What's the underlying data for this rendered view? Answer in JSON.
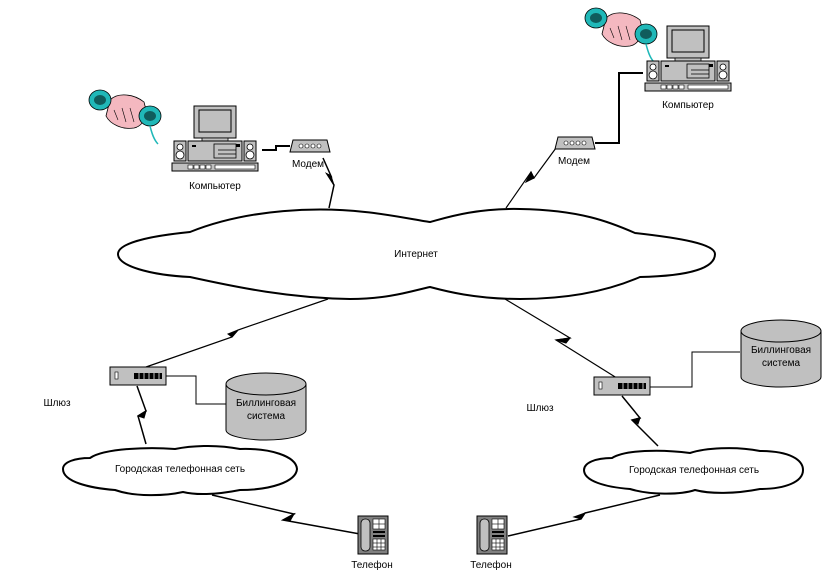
{
  "diagram": {
    "type": "network-topology",
    "colors": {
      "background": "#ffffff",
      "line": "#000000",
      "device_gray": "#c0c0c0",
      "device_dark": "#808080",
      "hand": "#f4b8c0",
      "headset": "#20b8b8"
    },
    "nodes": {
      "internet": {
        "label": "Интернет"
      },
      "computer_left": {
        "label": "Компьютер"
      },
      "modem_left": {
        "label": "Модем"
      },
      "computer_right": {
        "label": "Компьютер"
      },
      "modem_right": {
        "label": "Модем"
      },
      "gateway_left": {
        "label": "Шлюз"
      },
      "billing_left": {
        "label_line1": "Биллинговая",
        "label_line2": "система"
      },
      "pstn_left": {
        "label": "Городская телефонная сеть"
      },
      "gateway_right": {
        "label": "Шлюз"
      },
      "billing_right": {
        "label_line1": "Биллинговая",
        "label_line2": "система"
      },
      "pstn_right": {
        "label": "Городская телефонная сеть"
      },
      "phone_left": {
        "label": "Телефон"
      },
      "phone_right": {
        "label": "Телефон"
      }
    },
    "links": [
      {
        "from": "computer_left",
        "to": "modem_left",
        "kind": "wired"
      },
      {
        "from": "modem_left",
        "to": "internet",
        "kind": "wireless"
      },
      {
        "from": "computer_right",
        "to": "modem_right",
        "kind": "wired"
      },
      {
        "from": "modem_right",
        "to": "internet",
        "kind": "wireless"
      },
      {
        "from": "internet",
        "to": "gateway_left",
        "kind": "wireless"
      },
      {
        "from": "internet",
        "to": "gateway_right",
        "kind": "wireless"
      },
      {
        "from": "gateway_left",
        "to": "billing_left",
        "kind": "wired"
      },
      {
        "from": "gateway_right",
        "to": "billing_right",
        "kind": "wired"
      },
      {
        "from": "gateway_left",
        "to": "pstn_left",
        "kind": "wireless"
      },
      {
        "from": "gateway_right",
        "to": "pstn_right",
        "kind": "wireless"
      },
      {
        "from": "pstn_left",
        "to": "phone_left",
        "kind": "wireless"
      },
      {
        "from": "pstn_right",
        "to": "phone_right",
        "kind": "wireless"
      }
    ]
  }
}
